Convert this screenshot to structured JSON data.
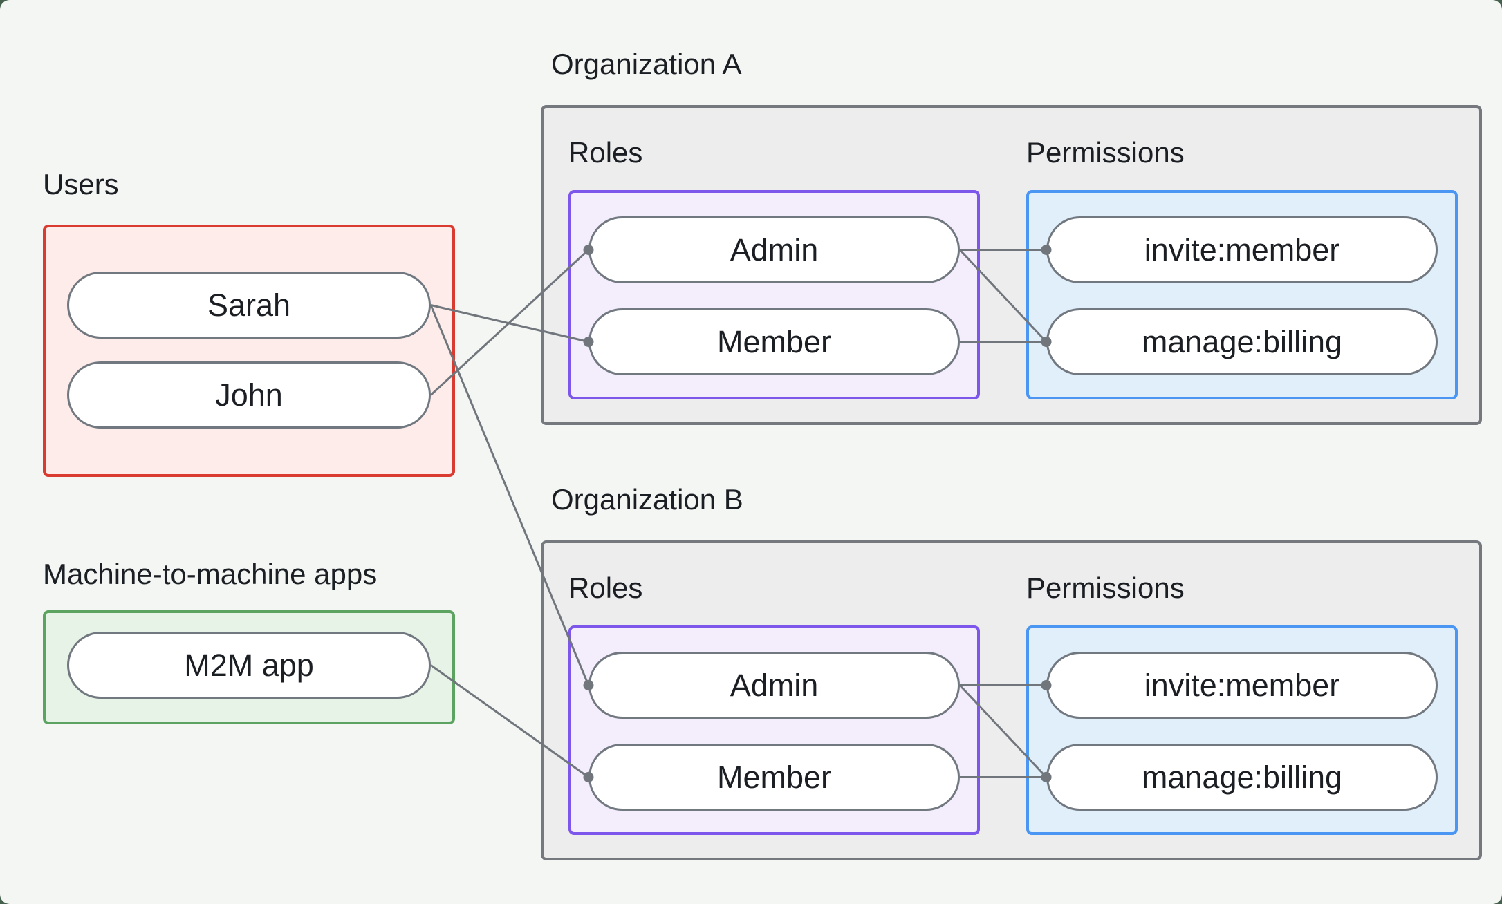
{
  "users_section": {
    "label": "Users",
    "items": [
      {
        "id": "sarah",
        "label": "Sarah"
      },
      {
        "id": "john",
        "label": "John"
      }
    ]
  },
  "m2m_section": {
    "label": "Machine-to-machine apps",
    "items": [
      {
        "id": "m2m",
        "label": "M2M app"
      }
    ]
  },
  "organizations": [
    {
      "id": "orgA",
      "label": "Organization A",
      "roles_label": "Roles",
      "permissions_label": "Permissions",
      "roles": [
        {
          "id": "orgA-admin",
          "label": "Admin"
        },
        {
          "id": "orgA-member",
          "label": "Member"
        }
      ],
      "permissions": [
        {
          "id": "orgA-invite",
          "label": "invite:member"
        },
        {
          "id": "orgA-manage",
          "label": "manage:billing"
        }
      ]
    },
    {
      "id": "orgB",
      "label": "Organization B",
      "roles_label": "Roles",
      "permissions_label": "Permissions",
      "roles": [
        {
          "id": "orgB-admin",
          "label": "Admin"
        },
        {
          "id": "orgB-member",
          "label": "Member"
        }
      ],
      "permissions": [
        {
          "id": "orgB-invite",
          "label": "invite:member"
        },
        {
          "id": "orgB-manage",
          "label": "manage:billing"
        }
      ]
    }
  ],
  "connections": [
    {
      "from": "sarah",
      "to": "orgA-member"
    },
    {
      "from": "john",
      "to": "orgA-admin"
    },
    {
      "from": "sarah",
      "to": "orgB-admin"
    },
    {
      "from": "m2m",
      "to": "orgB-member"
    },
    {
      "from": "orgA-admin",
      "to": "orgA-invite"
    },
    {
      "from": "orgA-admin",
      "to": "orgA-manage"
    },
    {
      "from": "orgA-member",
      "to": "orgA-manage"
    },
    {
      "from": "orgB-admin",
      "to": "orgB-invite"
    },
    {
      "from": "orgB-admin",
      "to": "orgB-manage"
    },
    {
      "from": "orgB-member",
      "to": "orgB-manage"
    }
  ],
  "connector_style": {
    "line_width": 3,
    "dot_radius": 7.5
  },
  "colors": {
    "accent_red": "#da3b31",
    "red_fill": "#fdecea",
    "accent_green": "#5ca361",
    "green_fill": "#e8f3e7",
    "accent_purple": "#7d57eb",
    "purple_fill": "#f3edfc",
    "accent_blue": "#4b96f2",
    "blue_fill": "#e1effb",
    "org_border": "#75797e",
    "org_fill": "#ededee",
    "pill_border": "#717880",
    "connector": "#70767c",
    "canvas_bg": "#f4f6f4",
    "page_bg": "#45614d",
    "text": "#1b1e23"
  }
}
